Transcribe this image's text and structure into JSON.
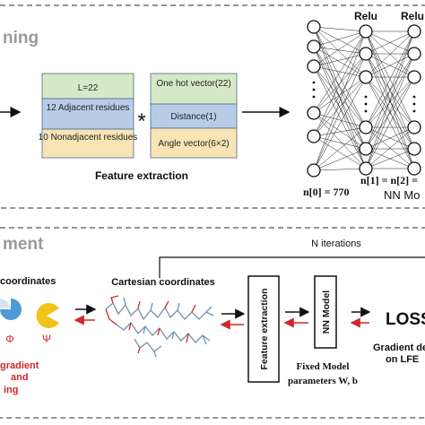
{
  "top": {
    "section_title": "ning",
    "feature_extraction_label": "Feature extraction",
    "group1": [
      "L=22",
      "12 Adjacent residues",
      "10 Nonadjacent residues"
    ],
    "group2": [
      "One hot vector(22)",
      "Distance(1)",
      "Angle vector(6×2)"
    ],
    "multiply_symbol": "*",
    "nn": {
      "relu_1": "Relu",
      "relu_2": "Relu",
      "n0_label": "n[0] = 770",
      "n12_label": "n[1] = n[2] =",
      "model_label": "NN Mo"
    }
  },
  "bottom": {
    "section_title": "ment",
    "n_iterations": "N iterations",
    "coordinates_label": "coordinates",
    "cartesian_label": "Cartesian coordinates",
    "phi": "Φ",
    "psi": "Ψ",
    "gradient_lines": [
      "gradient",
      "and",
      "ing"
    ],
    "feature_extraction_box": "Feature extraction",
    "nn_model_box": "NN Model",
    "fixed_model_lines": [
      "Fixed Model",
      "parameters W, b"
    ],
    "loss": "LOSS",
    "gradient_descent_lines": [
      "Gradient de",
      "on LFE"
    ]
  },
  "colors": {
    "green": "#d6e9c6",
    "blue": "#b7cde6",
    "tan": "#f8e4b4",
    "box_border": "#4a6c8c",
    "section_title": "#9a9a9a",
    "red": "#d0262c",
    "pie_blue": "#4e9ad6",
    "pie_yellow": "#f2c318"
  }
}
